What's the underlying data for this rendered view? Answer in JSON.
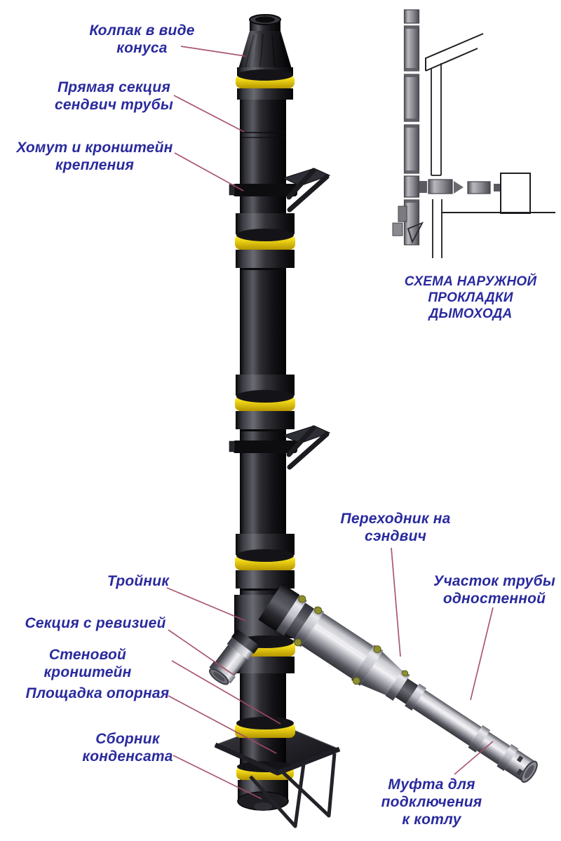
{
  "labels": {
    "cap": "Колпак в виде\nконуса",
    "straight_section": "Прямая секция\nсендвич трубы",
    "clamp_bracket": "Хомут и кронштейн\nкрепления",
    "adapter": "Переходник на\nсэндвич",
    "single_wall": "Участок трубы\nодностенной",
    "tee": "Тройник",
    "revision": "Секция с ревизией",
    "wall_bracket": "Стеновой кронштейн",
    "platform": "Площадка опорная",
    "condensate": "Сборник\nконденсата",
    "boiler_coupling": "Муфта для\nподключения\nк котлу"
  },
  "schematic": {
    "caption": "СХЕМА НАРУЖНОЙ\nПРОКЛАДКИ\nДЫМОХОДА"
  },
  "colors": {
    "label_text": "#2a2a9e",
    "leader_line": "#a34a64",
    "joint_ring_yellow": "#f2d918",
    "pipe_dark": "#1b1b1f",
    "steel_light": "#e8e8ec"
  }
}
